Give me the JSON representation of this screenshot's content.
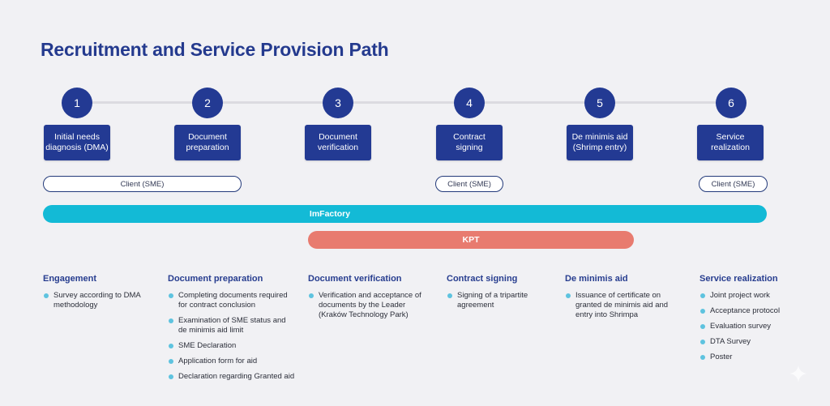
{
  "title": "Recruitment and Service Provision Path",
  "colors": {
    "primary": "#233a93",
    "imfactory_bar": "#13bad6",
    "kpt_bar": "#e87b6f",
    "bullet": "#5ec3df",
    "background": "#f1f1f4"
  },
  "steps": [
    {
      "number": "1",
      "label": "Initial needs\ndiagnosis (DMA)"
    },
    {
      "number": "2",
      "label": "Document\npreparation"
    },
    {
      "number": "3",
      "label": "Document\nverification"
    },
    {
      "number": "4",
      "label": "Contract\nsigning"
    },
    {
      "number": "5",
      "label": "De minimis aid\n(Shrimp entry)"
    },
    {
      "number": "6",
      "label": "Service\nrealization"
    }
  ],
  "participants": {
    "client_pills": [
      {
        "label": "Client (SME)",
        "steps": "1-2"
      },
      {
        "label": "Client (SME)",
        "steps": "4"
      },
      {
        "label": "Client (SME)",
        "steps": "6"
      }
    ],
    "imfactory": {
      "label": "ImFactory",
      "steps": "1-6"
    },
    "kpt": {
      "label": "KPT",
      "steps": "3-5"
    }
  },
  "details": [
    {
      "heading": "Engagement",
      "items": [
        "Survey according to DMA\nmethodology"
      ]
    },
    {
      "heading": "Document preparation",
      "items": [
        "Completing documents required\nfor contract conclusion",
        "Examination of SME status and\nde minimis aid limit",
        "SME Declaration",
        "Application form for aid",
        "Declaration regarding Granted aid"
      ]
    },
    {
      "heading": "Document verification",
      "items": [
        "Verification and acceptance of\ndocuments by the Leader\n(Kraków Technology Park)"
      ]
    },
    {
      "heading": "Contract signing",
      "items": [
        "Signing of a tripartite\nagreement"
      ]
    },
    {
      "heading": "De minimis aid",
      "items": [
        "Issuance of certificate on\ngranted de minimis aid and\nentry into Shrimpa"
      ]
    },
    {
      "heading": "Service realization",
      "items": [
        "Joint project work",
        "Acceptance protocol",
        "Evaluation survey",
        "DTA Survey",
        "Poster"
      ]
    }
  ],
  "watermark_icon": "sparkle-icon"
}
